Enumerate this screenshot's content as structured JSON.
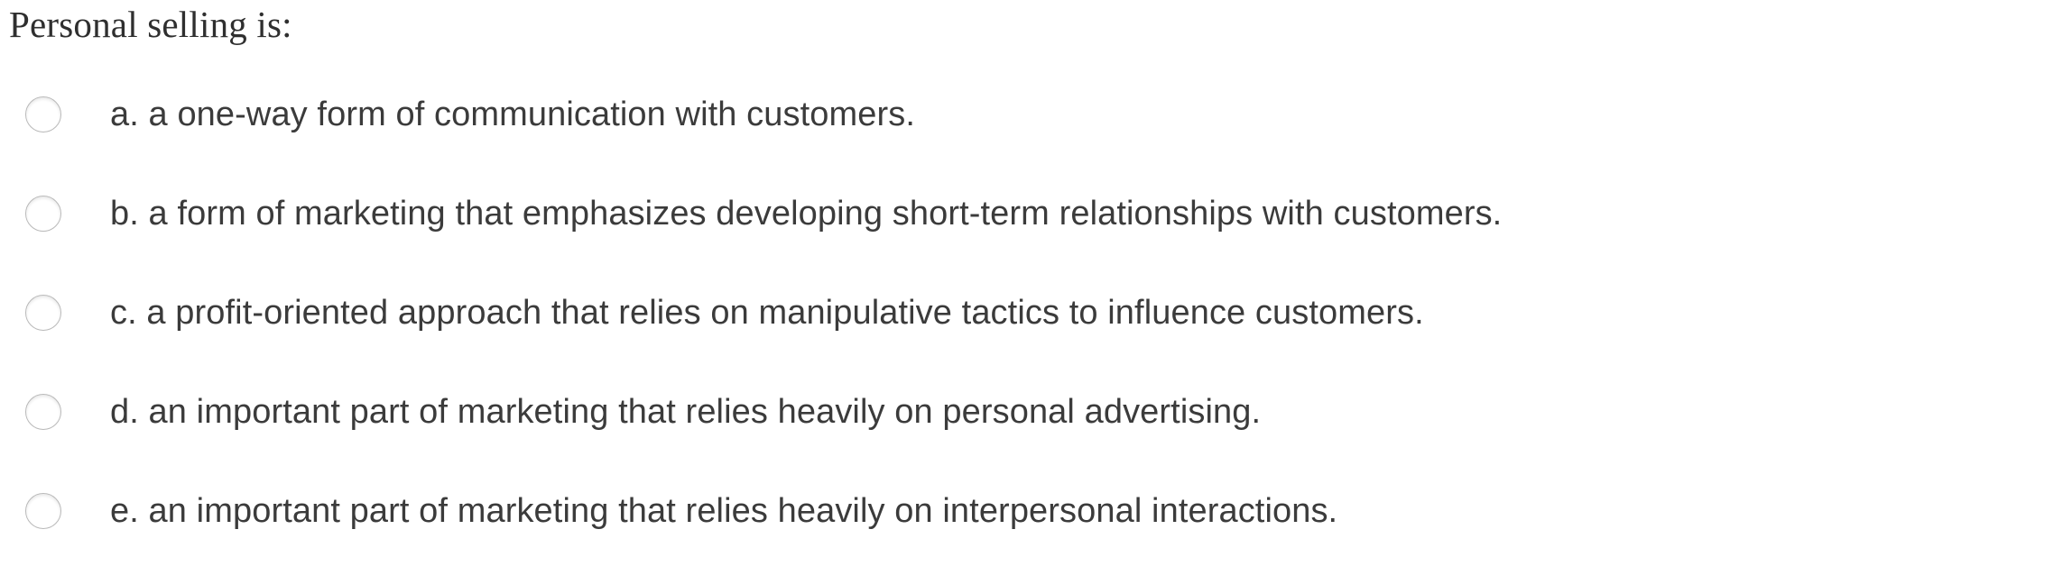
{
  "question": {
    "prompt": "Personal selling is:",
    "options": [
      {
        "id": "a",
        "text": "a. a one-way form of communication with customers.",
        "selected": false
      },
      {
        "id": "b",
        "text": "b. a form of marketing that emphasizes developing short-term relationships with customers.",
        "selected": false
      },
      {
        "id": "c",
        "text": "c. a profit-oriented approach that relies on manipulative tactics to influence customers.",
        "selected": false
      },
      {
        "id": "d",
        "text": "d. an important part of marketing that relies heavily on personal advertising.",
        "selected": false
      },
      {
        "id": "e",
        "text": "e. an important part of marketing that relies heavily on interpersonal interactions.",
        "selected": false
      }
    ]
  },
  "colors": {
    "background": "#ffffff",
    "title_text": "#2f2f2f",
    "option_text": "#3b3b3b",
    "radio_border": "#b9b9b9",
    "radio_fill": "#ffffff"
  }
}
